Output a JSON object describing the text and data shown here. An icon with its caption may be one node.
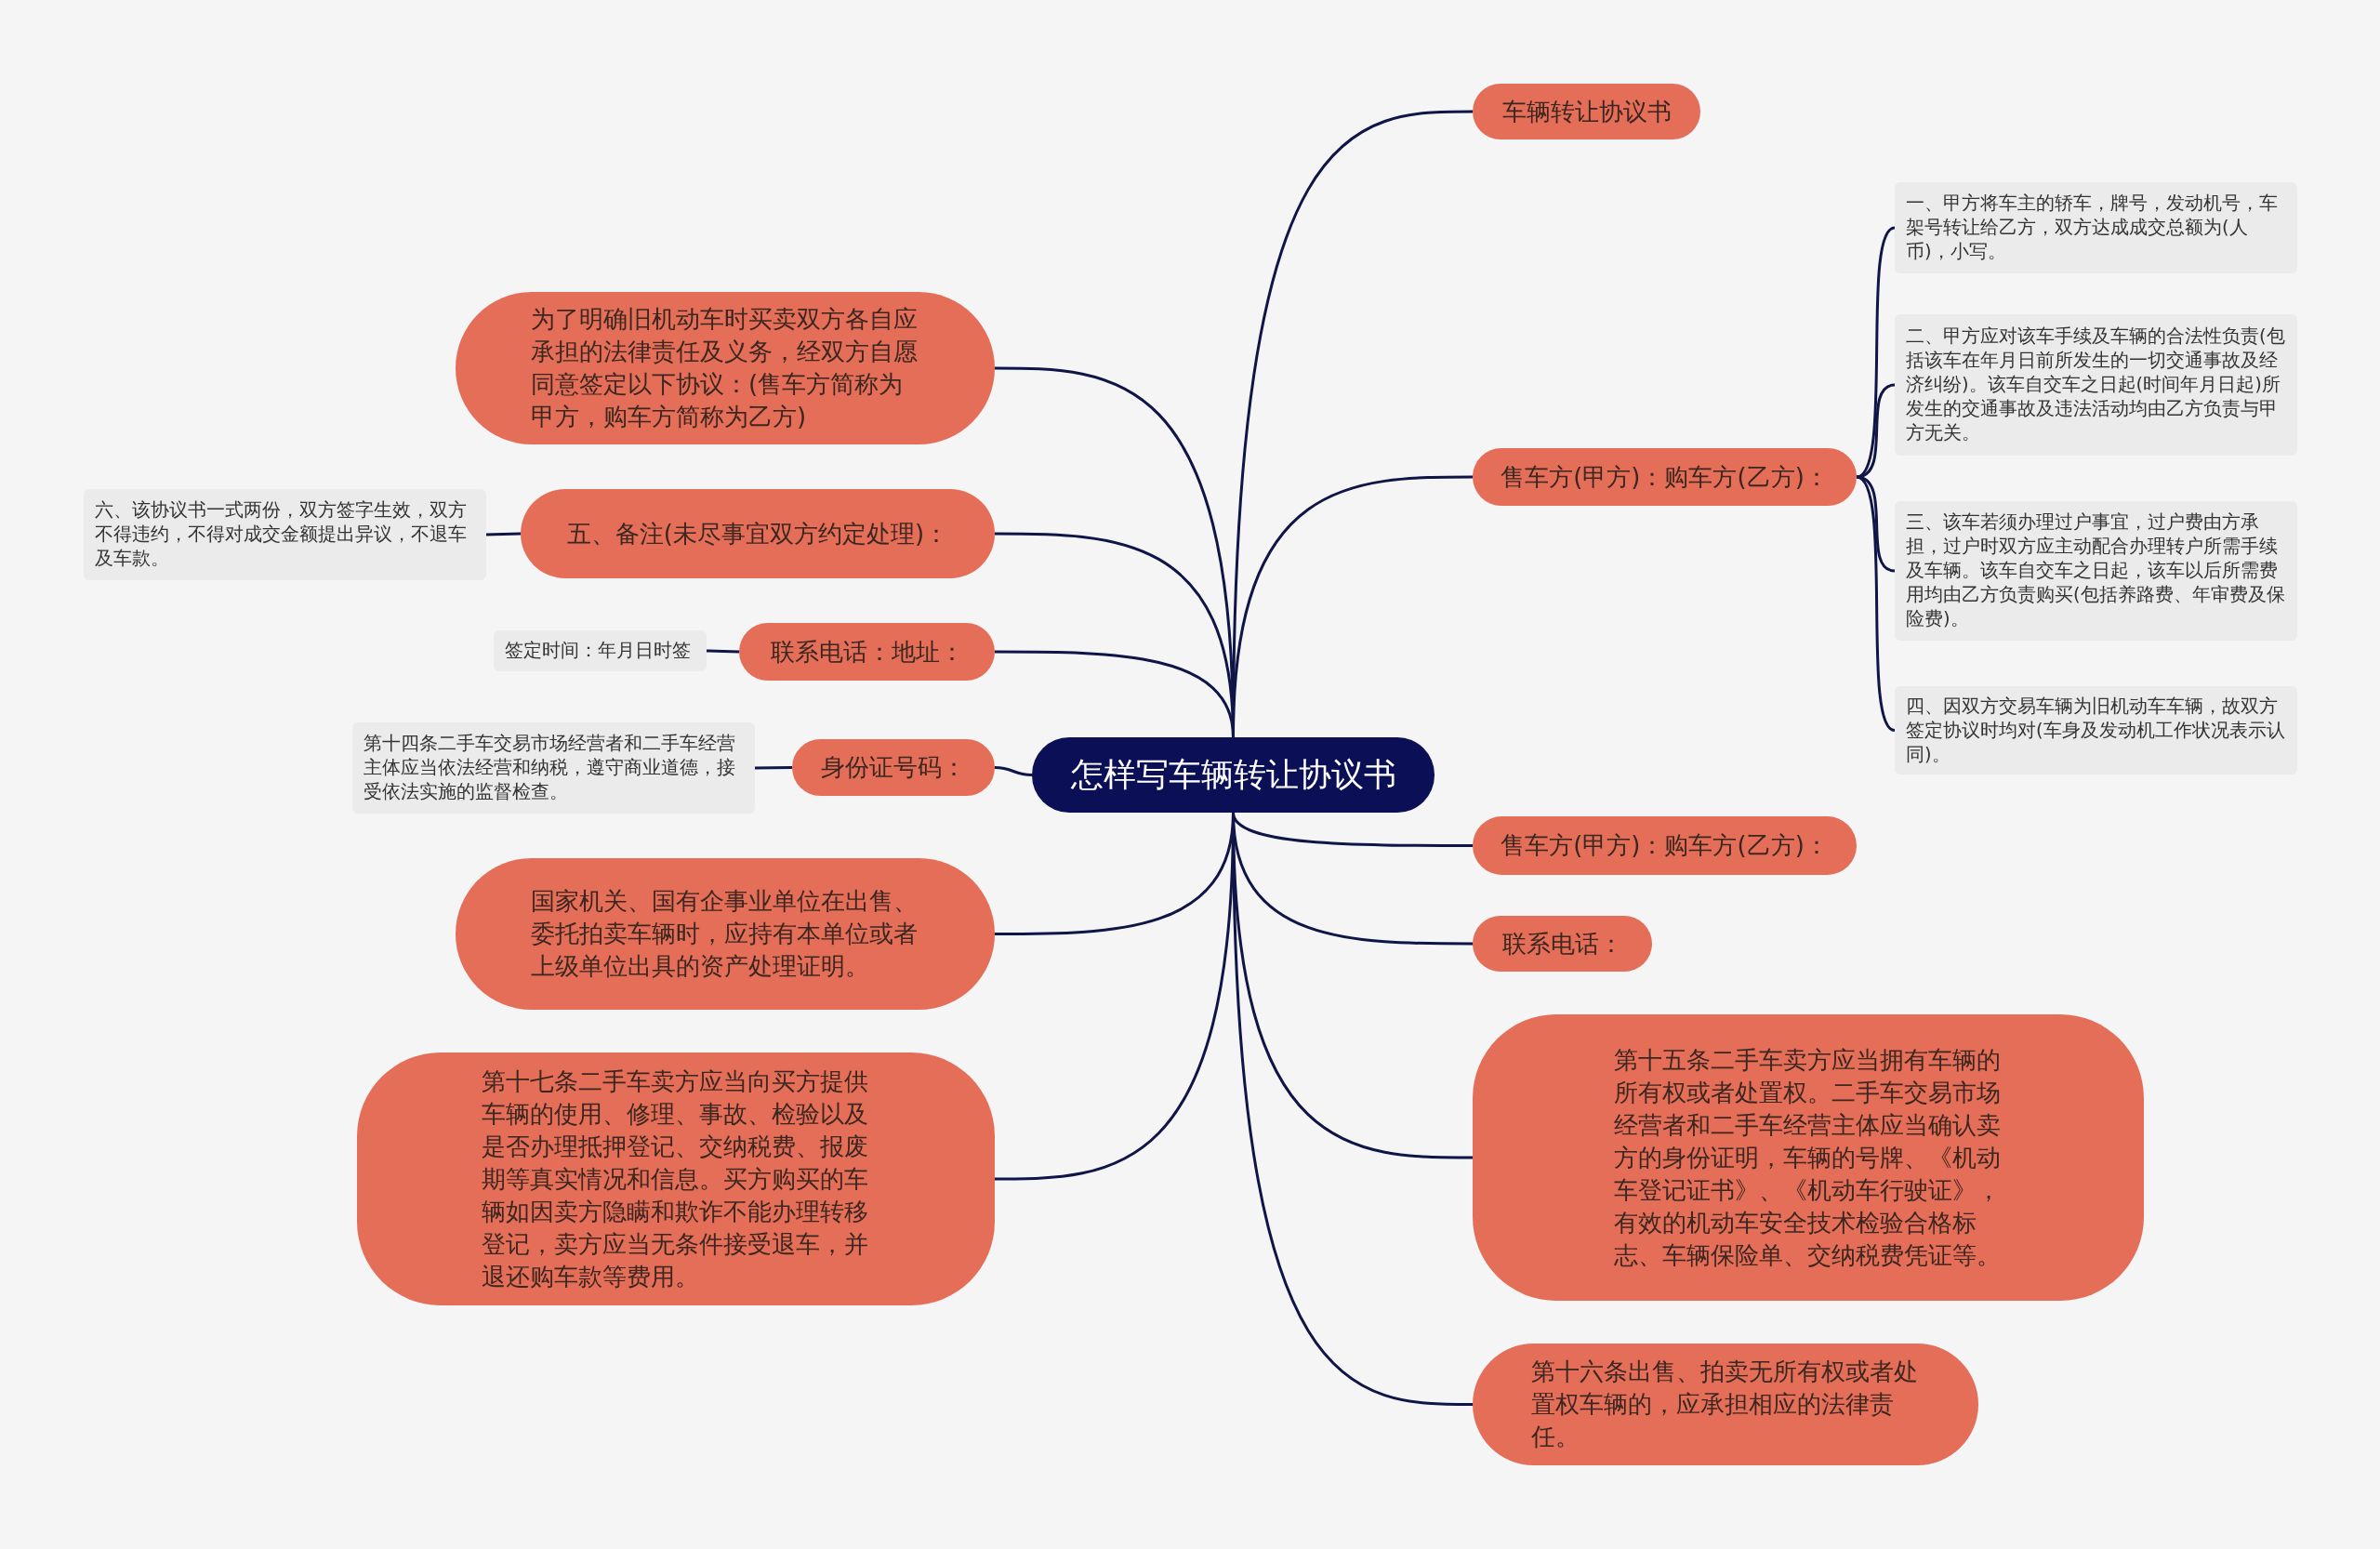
{
  "diagram": {
    "nodes": [
      {
        "text": [
          "怎样写车辆转让协议书"
        ]
      },
      {
        "text": [
          "车辆转让协议书"
        ]
      },
      {
        "text": [
          "售车方(甲方)：购车方(乙方)："
        ]
      },
      {
        "text": [
          "一、甲方将车主的轿车，牌号，发动机号，车架号转让给乙方，双方达成成交总额为(人币)，小写。"
        ]
      },
      {
        "text": [
          "二、甲方应对该车手续及车辆的合法性负责(包括该车在年月日前所发生的一切交通事故及经济纠纷)。该车自交车之日起(时间年月日起)所发生的交通事故及违法活动均由乙方负责与甲方无关。"
        ]
      },
      {
        "text": [
          "三、该车若须办理过户事宜，过户费由方承担，过户时双方应主动配合办理转户所需手续及车辆。该车自交车之日起，该车以后所需费用均由乙方负责购买(包括养路费、年审费及保险费)。"
        ]
      },
      {
        "text": [
          "四、因双方交易车辆为旧机动车车辆，故双方签定协议时均对(车身及发动机工作状况表示认同)。"
        ]
      },
      {
        "text": [
          "售车方(甲方)：购车方(乙方)："
        ]
      },
      {
        "text": [
          "联系电话："
        ]
      },
      {
        "text": [
          "第十五条二手车卖方应当拥有车辆的所有权或者处置权。二手车交易市场经营者和二手车经营主体应当确认卖方的身份证明，车辆的号牌、《机动车登记证书》、《机动车行驶证》，有效的机动车安全技术检验合格标志、车辆保险单、交纳税费凭证等。"
        ]
      },
      {
        "text": [
          "第十六条出售、拍卖无所有权或者处置权车辆的，应承担相应的法律责任。"
        ]
      },
      {
        "text": [
          "为了明确旧机动车时买卖双方各自应承担的法律责任及义务，经双方自愿同意签定以下协议：(售车方简称为甲方，购车方简称为乙方)"
        ]
      },
      {
        "text": [
          "五、备注(未尽事宜双方约定处理)："
        ]
      },
      {
        "text": [
          "六、该协议书一式两份，双方签字生效，双方不得违约，不得对成交金额提出异议，不退车及车款。"
        ]
      },
      {
        "text": [
          "联系电话：地址："
        ]
      },
      {
        "text": [
          "签定时间：年月日时签"
        ]
      },
      {
        "text": [
          "身份证号码："
        ]
      },
      {
        "text": [
          "第十四条二手车交易市场经营者和二手车经营主体应当依法经营和纳税，遵守商业道德，接受依法实施的监督检查。"
        ]
      },
      {
        "text": [
          "国家机关、国有企事业单位在出售、委托拍卖车辆时，应持有本单位或者上级单位出具的资产处理证明。"
        ]
      },
      {
        "text": [
          "第十七条二手车卖方应当向买方提供车辆的使用、修理、事故、检验以及是否办理抵押登记、交纳税费、报废期等真实情况和信息。买方购买的车辆如因卖方隐瞒和欺诈不能办理转移登记，卖方应当无条件接受退车，并退还购车款等费用。"
        ]
      }
    ],
    "edges": [
      {
        "from": 0,
        "to": 1,
        "arrow": "none"
      },
      {
        "from": 0,
        "to": 2,
        "arrow": "none"
      },
      {
        "from": 2,
        "to": 3,
        "arrow": "none"
      },
      {
        "from": 2,
        "to": 4,
        "arrow": "none"
      },
      {
        "from": 2,
        "to": 5,
        "arrow": "none"
      },
      {
        "from": 2,
        "to": 6,
        "arrow": "none"
      },
      {
        "from": 0,
        "to": 7,
        "arrow": "none"
      },
      {
        "from": 0,
        "to": 8,
        "arrow": "none"
      },
      {
        "from": 0,
        "to": 9,
        "arrow": "none"
      },
      {
        "from": 0,
        "to": 10,
        "arrow": "none"
      },
      {
        "from": 0,
        "to": 11,
        "arrow": "none"
      },
      {
        "from": 0,
        "to": 12,
        "arrow": "none"
      },
      {
        "from": 12,
        "to": 13,
        "arrow": "none"
      },
      {
        "from": 0,
        "to": 14,
        "arrow": "none"
      },
      {
        "from": 14,
        "to": 15,
        "arrow": "none"
      },
      {
        "from": 0,
        "to": 16,
        "arrow": "none"
      },
      {
        "from": 16,
        "to": 17,
        "arrow": "none"
      },
      {
        "from": 0,
        "to": 18,
        "arrow": "none"
      },
      {
        "from": 0,
        "to": 19,
        "arrow": "none"
      }
    ]
  }
}
